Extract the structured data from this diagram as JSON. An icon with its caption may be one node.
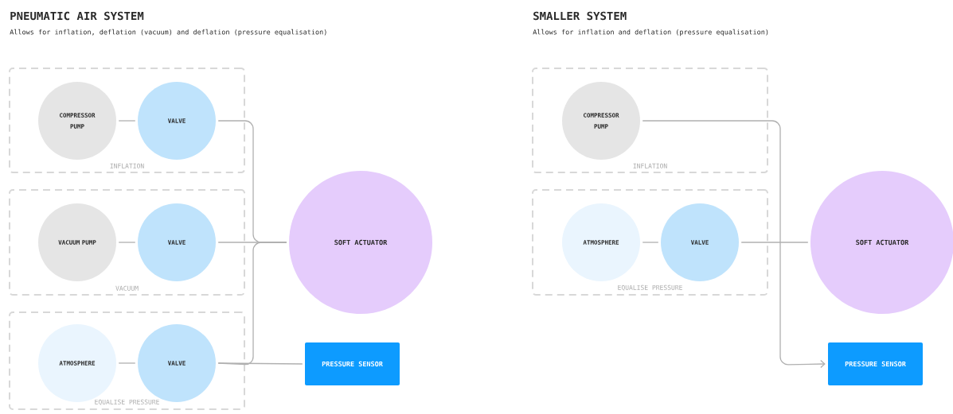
{
  "diagram": {
    "nodes": [
      {
        "text": [
          "INFLATION"
        ]
      },
      {
        "text": [
          "COMPRESSOR PUMP"
        ],
        "in": 0
      },
      {
        "text": [
          "VALVE"
        ],
        "in": 0
      },
      {
        "text": [
          "VACUUM"
        ]
      },
      {
        "text": [
          "VACUUM PUMP"
        ],
        "in": 3
      },
      {
        "text": [
          "VALVE"
        ],
        "in": 3
      },
      {
        "text": [
          "EQUALISE PRESSURE"
        ]
      },
      {
        "text": [
          "ATMOSPHERE"
        ],
        "in": 6
      },
      {
        "text": [
          "VALVE"
        ],
        "in": 6
      },
      {
        "text": [
          "SOFT ACTUATOR"
        ]
      },
      {
        "text": [
          "PRESSURE SENSOR"
        ]
      },
      {
        "text": [
          "INFLATION"
        ]
      },
      {
        "text": [
          "COMPRESSOR PUMP"
        ],
        "in": 11
      },
      {
        "text": [
          "EQUALISE PRESSURE"
        ]
      },
      {
        "text": [
          "ATMOSPHERE"
        ],
        "in": 13
      },
      {
        "text": [
          "VALVE"
        ],
        "in": 13
      },
      {
        "text": [
          "SOFT ACTUATOR"
        ]
      },
      {
        "text": [
          "PRESSURE SENSOR"
        ]
      }
    ],
    "edges": [
      {
        "from": 1,
        "to": 2,
        "arrow": "none"
      },
      {
        "from": 4,
        "to": 5,
        "arrow": "none"
      },
      {
        "from": 7,
        "to": 8,
        "arrow": "none"
      },
      {
        "from": 2,
        "to": 9,
        "arrow": "none"
      },
      {
        "from": 5,
        "to": 9,
        "arrow": "none"
      },
      {
        "from": 8,
        "to": 9,
        "arrow": "none"
      },
      {
        "from": 8,
        "to": 10,
        "arrow": "none"
      },
      {
        "from": 14,
        "to": 15,
        "arrow": "none"
      },
      {
        "from": 15,
        "to": 16,
        "arrow": "none"
      },
      {
        "from": 12,
        "to": 17,
        "arrow": "to"
      }
    ],
    "labels": [
      "PNEUMATIC AIR SYSTEM",
      "Allows for inflation, deflation (vacuum) and deflation (pressure equalisation)",
      "SMALLER SYSTEM",
      "Allows for inflation and deflation (pressure equalisation)"
    ]
  }
}
